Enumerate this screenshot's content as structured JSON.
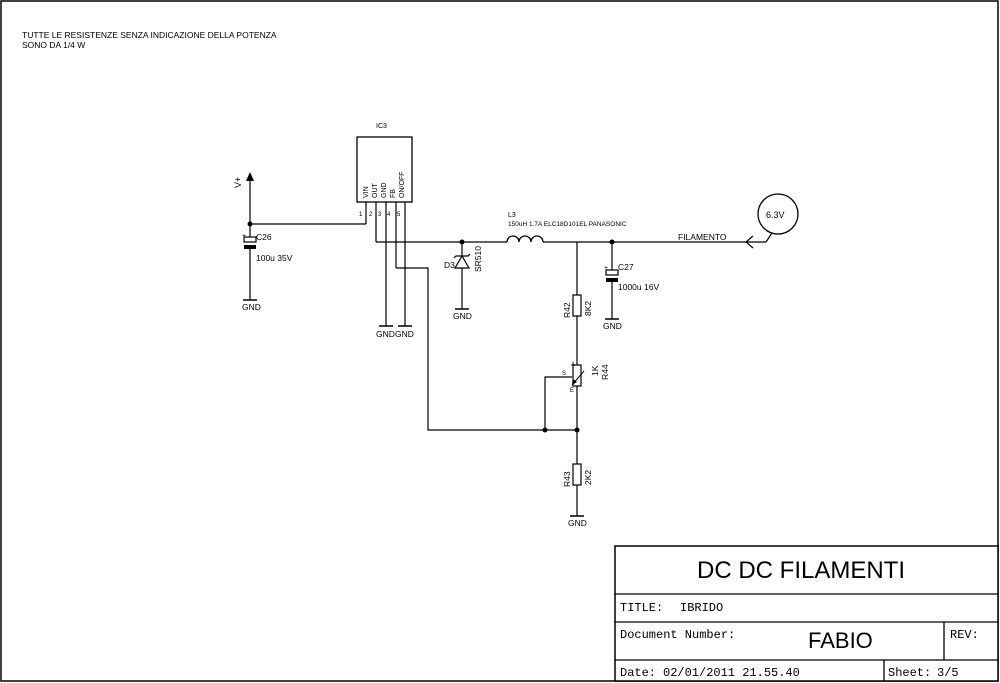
{
  "notes": {
    "line1": "TUTTE LE RESISTENZE SENZA INDICAZIONE DELLA POTENZA",
    "line2": "SONO DA 1/4 W"
  },
  "ic3": {
    "ref": "IC3",
    "pins": [
      {
        "num": "1",
        "name": "VIN"
      },
      {
        "num": "2",
        "name": "OUT"
      },
      {
        "num": "3",
        "name": "GND"
      },
      {
        "num": "4",
        "name": "FB"
      },
      {
        "num": "5",
        "name": "ON/OFF"
      }
    ]
  },
  "supply": {
    "label": "V+"
  },
  "c26": {
    "ref": "C26",
    "value": "100u 35V",
    "plus": "+"
  },
  "c27": {
    "ref": "C27",
    "value": "1000u 16V",
    "plus": "+"
  },
  "d3": {
    "ref": "D3",
    "value": "SR510"
  },
  "l3": {
    "ref": "L3",
    "value": "150uH 1.7A ELC18D101EL PANASONIC"
  },
  "r42": {
    "ref": "R42",
    "value": "8K2"
  },
  "r43": {
    "ref": "R43",
    "value": "2K2"
  },
  "r44": {
    "ref": "R44",
    "value": "1K",
    "pin_s": "S",
    "pin_a": "A",
    "pin_e": "E"
  },
  "net": {
    "filamento": "FILAMENTO",
    "connector": "6.3V"
  },
  "gnd": {
    "c26": "GND",
    "ic_gnd": "GND",
    "ic_fb": "GND",
    "d3": "GND",
    "c27": "GND",
    "r43": "GND"
  },
  "title_block": {
    "big_title": "DC DC FILAMENTI",
    "title_label": "TITLE:",
    "title_value": "IBRIDO",
    "docnum_label": "Document Number:",
    "docnum_value": "FABIO",
    "rev_label": "REV:",
    "date_label": "Date:",
    "date_value": "02/01/2011 21.55.40",
    "sheet_label": "Sheet:",
    "sheet_value": "3/5"
  }
}
